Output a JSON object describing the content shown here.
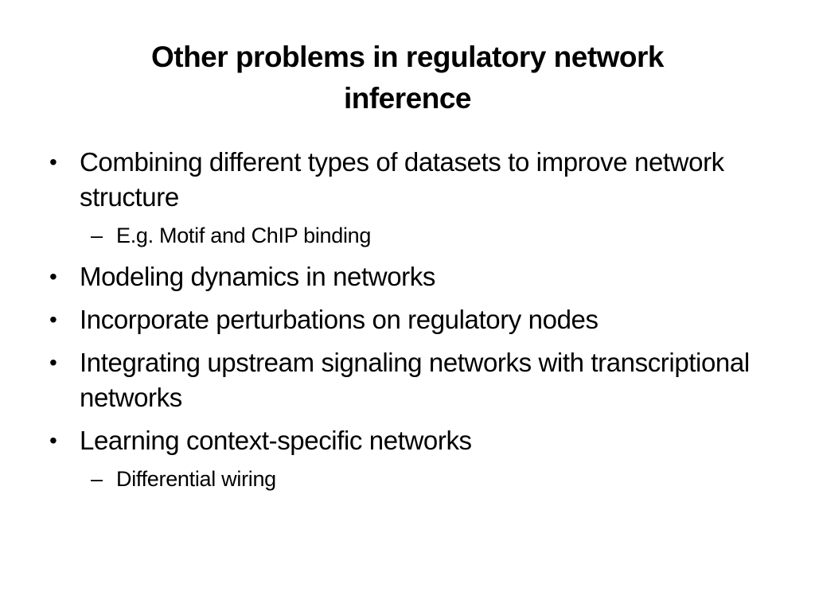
{
  "slide": {
    "title": "Other problems in regulatory network inference",
    "bullet_symbol": "•",
    "sub_symbol": "–",
    "bullets": [
      {
        "text": "Combining different types of datasets to improve network structure"
      },
      {
        "text": "E.g. Motif and ChIP binding"
      },
      {
        "text": "Modeling dynamics in networks"
      },
      {
        "text": "Incorporate perturbations on regulatory nodes"
      },
      {
        "text": "Integrating upstream signaling networks with transcriptional networks"
      },
      {
        "text": "Learning context-specific networks"
      },
      {
        "text": "Differential wiring"
      }
    ]
  }
}
